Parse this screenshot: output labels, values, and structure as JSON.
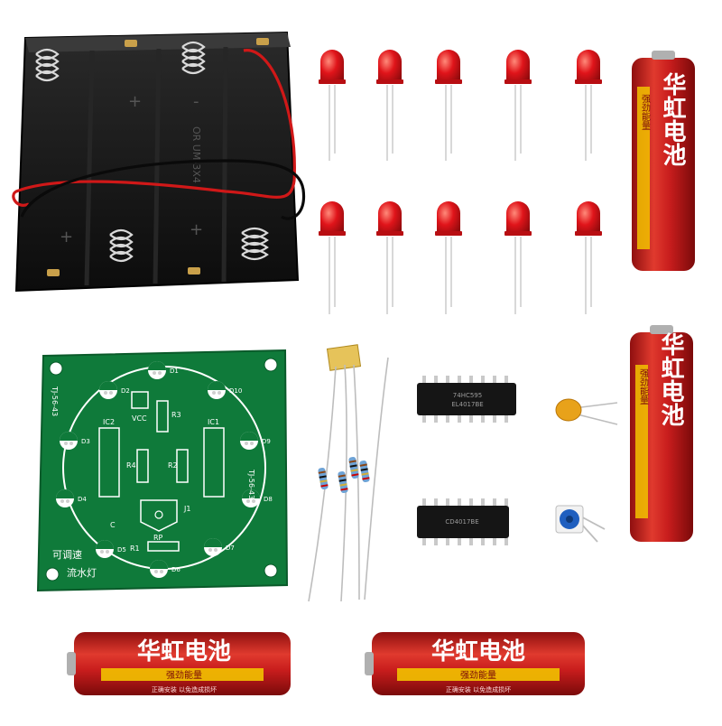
{
  "scene": {
    "background": "#ffffff"
  },
  "battery_holder": {
    "slots": 4,
    "markings": [
      "+",
      "+",
      "-",
      "+",
      "OR UM-3X4"
    ],
    "colors": {
      "case": "#141414",
      "wire_red": "#d01818",
      "wire_black": "#101010"
    }
  },
  "leds": {
    "rows": 2,
    "per_row": 5,
    "color": "#e0141a"
  },
  "battery": {
    "brand": "华虹电池",
    "tagline": "强劲能量",
    "small_print": "正确安装 以免造成损坏",
    "colors": {
      "body": "#c81d1d",
      "band": "#f2c200"
    }
  },
  "pcb": {
    "labels": {
      "model": "TJ-56-43",
      "title_line1": "可调速",
      "title_line2": "流水灯",
      "vcc": "VCC",
      "ic1": "IC1",
      "ic2": "IC2",
      "r1": "R1",
      "r2": "R2",
      "r3": "R3",
      "r4": "R4",
      "rp": "RP",
      "c": "C",
      "j1": "J1"
    },
    "led_labels": [
      "D1",
      "D2",
      "D3",
      "D4",
      "D5",
      "D6",
      "D7",
      "D8",
      "D9",
      "D10"
    ],
    "colors": {
      "board": "#0f7a3a",
      "silk": "#ffffff",
      "pad": "#cfcfcf"
    }
  },
  "ics": {
    "top_marking": [
      "74HC595",
      "EL4017BE"
    ],
    "bottom_marking": [
      "CD4017BE"
    ]
  },
  "resistors": {
    "count": 4
  },
  "capacitor": {
    "color": "#e8a21a"
  },
  "potentiometer": {
    "color": "#1f5fbf"
  }
}
